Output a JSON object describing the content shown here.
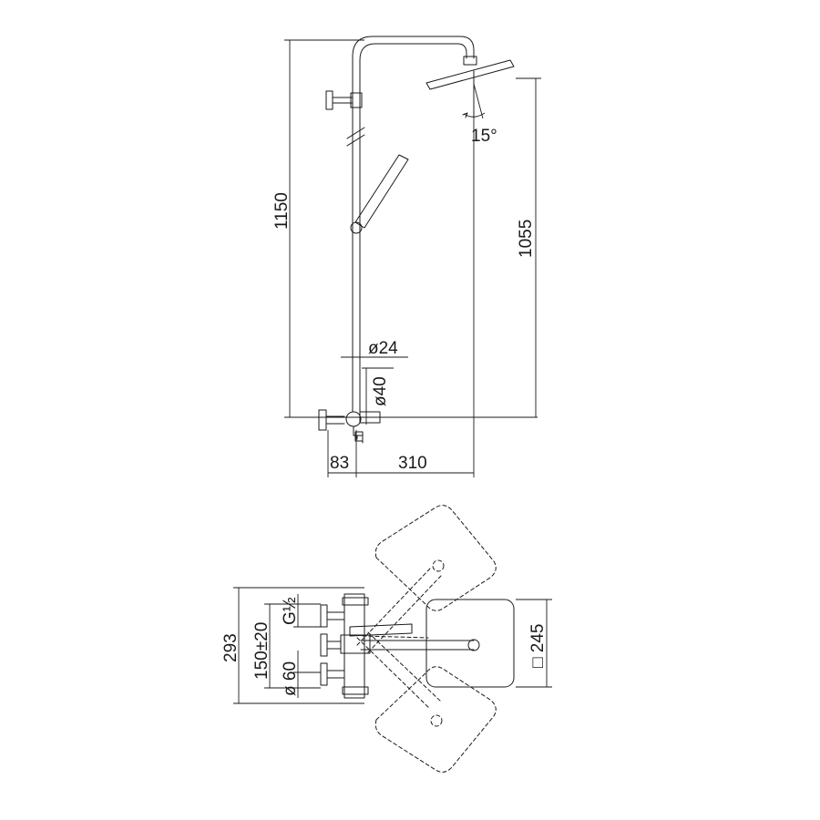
{
  "front_view": {
    "total_height": "1150",
    "head_height": "1055",
    "head_angle": "15°",
    "bar_diameter": "ø24",
    "valve_diameter": "ø40",
    "wall_offset": "83",
    "arm_reach": "310"
  },
  "top_view": {
    "depth": "293",
    "inlet_centers": "150±20",
    "flange_diameter": "ø 60",
    "thread": "G½",
    "head_size": "□ 245"
  }
}
